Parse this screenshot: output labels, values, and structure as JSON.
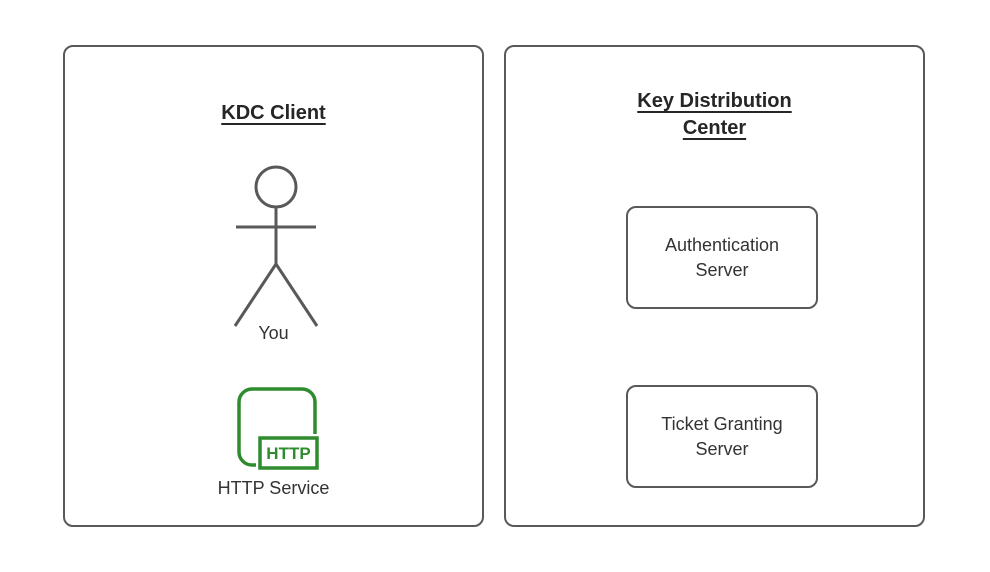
{
  "colors": {
    "background": "#ffffff",
    "shape_stroke": "#595959",
    "title_text": "#262626",
    "label_text": "#333333",
    "service_green": "#2e8b2e"
  },
  "left_panel": {
    "title": "KDC Client",
    "actor_label": "You",
    "service_icon_text": "HTTP",
    "service_label": "HTTP Service"
  },
  "right_panel": {
    "title": "Key Distribution Center",
    "boxes": [
      {
        "label": "Authentication Server"
      },
      {
        "label": "Ticket Granting Server"
      }
    ]
  }
}
